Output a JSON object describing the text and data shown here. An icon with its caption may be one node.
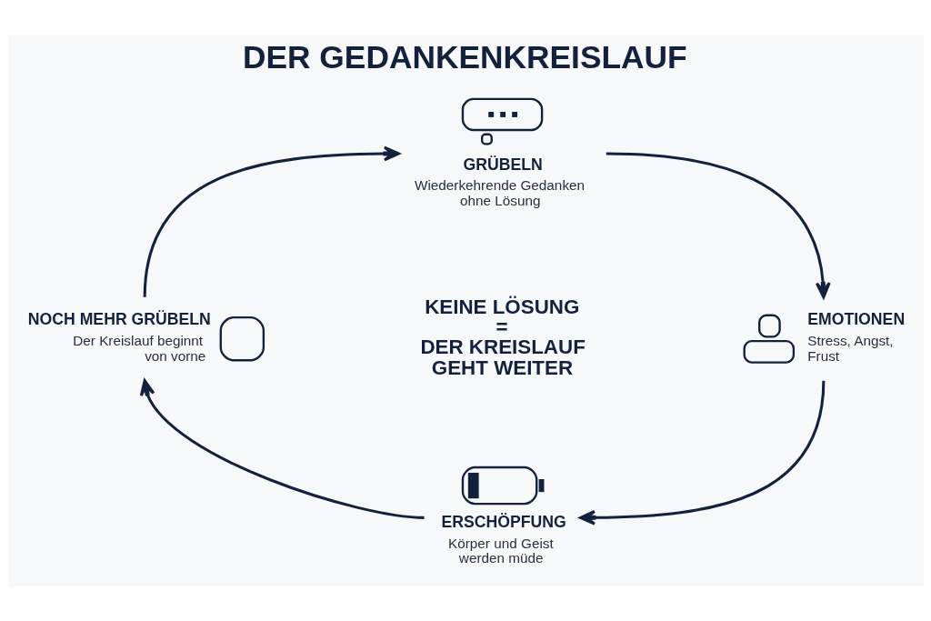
{
  "diagram": {
    "title": "DER GEDANKENKREISLAUF",
    "nodes": [
      {
        "text": [
          "GRÜBELN",
          "Wiederkehrende Gedanken ohne Lösung"
        ]
      },
      {
        "text": [
          "EMOTIONEN",
          "Stress, Angst, Frust"
        ]
      },
      {
        "text": [
          "ERSCHÖPFUNG",
          "Körper und Geist werden müde"
        ]
      },
      {
        "text": [
          "NOCH MEHR GRÜBELN",
          "Der Kreislauf beginnt von vorne"
        ]
      }
    ],
    "edges": [
      {
        "from": 0,
        "to": 1,
        "arrow": "to"
      },
      {
        "from": 1,
        "to": 2,
        "arrow": "to"
      },
      {
        "from": 2,
        "to": 3,
        "arrow": "to"
      },
      {
        "from": 3,
        "to": 0,
        "arrow": "to"
      }
    ],
    "labels": [
      "KEINE LÖSUNG = DER KREISLAUF GEHT WEITER"
    ]
  }
}
